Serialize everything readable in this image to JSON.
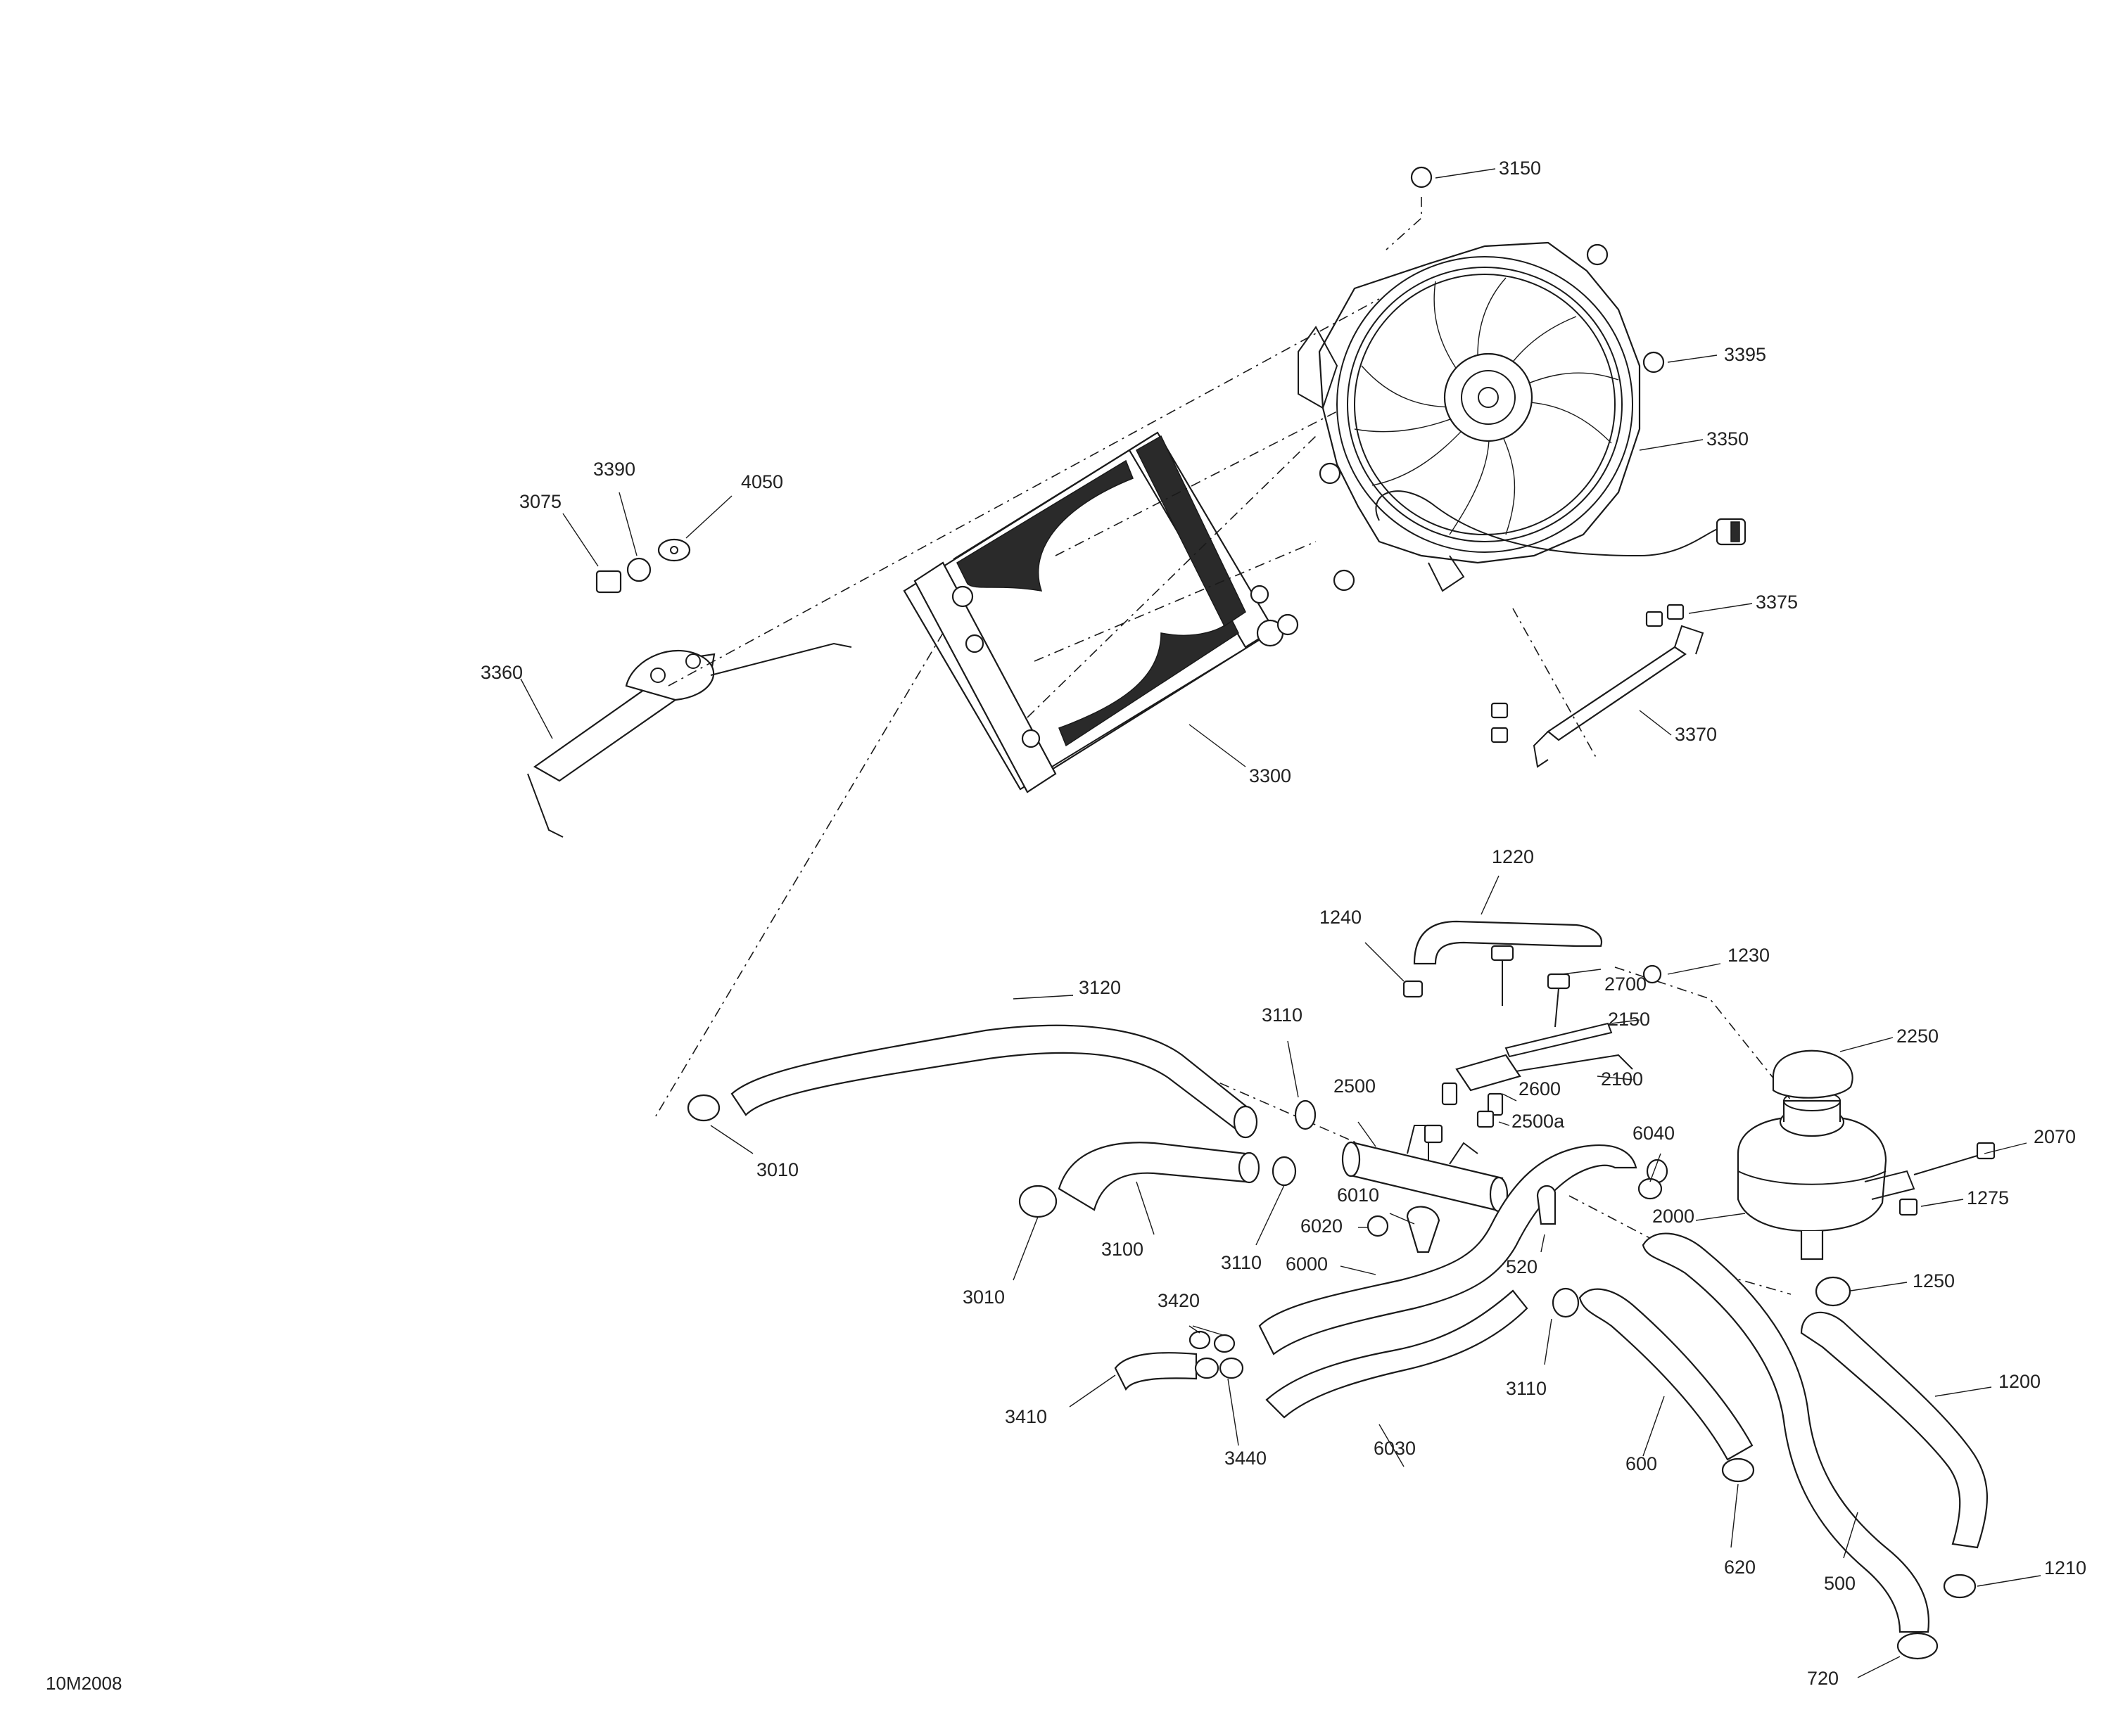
{
  "diagram": {
    "code": "10M2008",
    "labels": {
      "p3150": "3150",
      "p3395": "3395",
      "p3350": "3350",
      "p3375": "3375",
      "p3370": "3370",
      "p3300": "3300",
      "p3390": "3390",
      "p4050": "4050",
      "p3075": "3075",
      "p3360": "3360",
      "p1220": "1220",
      "p1240": "1240",
      "p1230": "1230",
      "p2700": "2700",
      "p2150": "2150",
      "p2250": "2250",
      "p3120": "3120",
      "p3110a": "3110",
      "p2500": "2500",
      "p2600": "2600",
      "p2100": "2100",
      "p2500a": "2500a",
      "p6040": "6040",
      "p2070": "2070",
      "p3010a": "3010",
      "p3100": "3100",
      "p3110b": "3110",
      "p6010": "6010",
      "p6020": "6020",
      "p2000": "2000",
      "p1275": "1275",
      "p6000": "6000",
      "p520": "520",
      "p3010b": "3010",
      "p1250": "1250",
      "p3420": "3420",
      "p1200": "1200",
      "p3110c": "3110",
      "p3410": "3410",
      "p6030": "6030",
      "p3440": "3440",
      "p600": "600",
      "p620": "620",
      "p500": "500",
      "p1210": "1210",
      "p720": "720"
    }
  }
}
